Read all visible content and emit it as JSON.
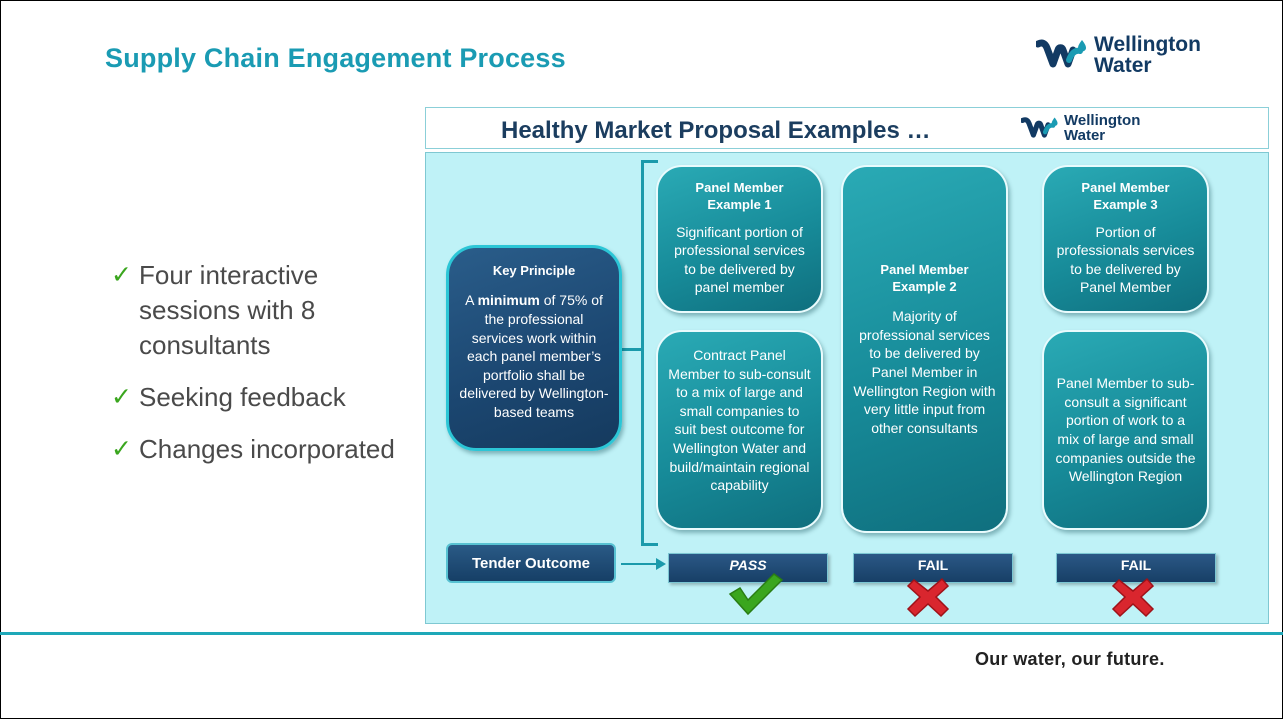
{
  "slide": {
    "title": "Supply Chain Engagement Process",
    "tagline": "Our water, our future."
  },
  "logo": {
    "line1": "Wellington",
    "line2": "Water",
    "brand_dark": "#123a63",
    "brand_teal": "#1a9bb3",
    "icon": "wellington-water-logo-icon"
  },
  "bullets": [
    "Four interactive sessions with 8 consultants",
    "Seeking feedback",
    "Changes incorporated"
  ],
  "diagram": {
    "title": "Healthy Market Proposal Examples …",
    "key_principle": {
      "heading": "Key Principle",
      "text_before": "A ",
      "text_bold": "minimum",
      "text_after": " of 75% of the professional services work within each panel member’s portfolio shall be delivered by Wellington-based teams"
    },
    "examples": [
      {
        "heading": "Panel Member Example 1",
        "top_text": "Significant portion of professional services to be delivered by panel member",
        "bottom_text": "Contract Panel Member to sub-consult to a mix of large and small companies to suit best outcome for Wellington Water and build/maintain regional capability",
        "result": "PASS",
        "result_icon": "check-mark-icon"
      },
      {
        "heading": "Panel Member Example 2",
        "text": "Majority of professional services to be delivered by Panel Member in Wellington Region with very little input from other consultants",
        "result": "FAIL",
        "result_icon": "cross-mark-icon"
      },
      {
        "heading": "Panel Member Example 3",
        "top_text": "Portion of professionals services to be delivered by Panel Member",
        "bottom_text": "Panel Member to sub-consult a significant portion of work to a mix of large and small companies outside the Wellington Region",
        "result": "FAIL",
        "result_icon": "cross-mark-icon"
      }
    ],
    "tender_outcome": "Tender Outcome",
    "colors": {
      "panel_bg": "#bff2f7",
      "box_teal": "#178b99",
      "box_navy": "#1b4670",
      "pass_green": "#3aa61e",
      "fail_red": "#d9262e"
    }
  }
}
